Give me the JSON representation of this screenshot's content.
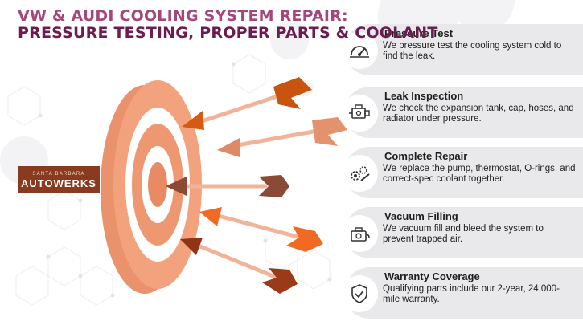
{
  "title": {
    "line1": "VW & Audi Cooling System Repair:",
    "line2": "Pressure Testing, Proper Parts & Coolant"
  },
  "logo": {
    "line1": "SANTA BARBARA",
    "line2": "AUTOWERKS"
  },
  "colors": {
    "title_light": "#a5477a",
    "title_dark": "#6b1d4f",
    "target_outer": "#f3a27e",
    "target_inner": "#e88a63",
    "logo_bg": "#8a3b1f",
    "card_bg": "#e9e9eb"
  },
  "steps": [
    {
      "title": "Pressure Test",
      "desc": "We pressure test the cooling system cold to find the leak.",
      "icon": "pressure-gauge-icon"
    },
    {
      "title": "Leak Inspection",
      "desc": "We check the expansion tank, cap, hoses, and radiator under pressure.",
      "icon": "engine-icon"
    },
    {
      "title": "Complete Repair",
      "desc": "We replace the pump, thermostat, O-rings, and correct-spec coolant together.",
      "icon": "gears-wrench-icon"
    },
    {
      "title": "Vacuum Filling",
      "desc": "We vacuum fill and bleed the system to prevent trapped air.",
      "icon": "vacuum-pump-icon"
    },
    {
      "title": "Warranty Coverage",
      "desc": "Qualifying parts include our 2-year, 24,000-mile warranty.",
      "icon": "warranty-shield-icon"
    }
  ]
}
